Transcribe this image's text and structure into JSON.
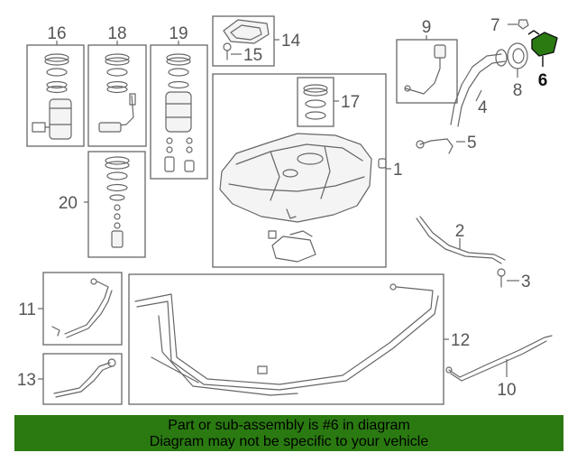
{
  "diagram": {
    "callouts": {
      "c1": "1",
      "c2": "2",
      "c3": "3",
      "c4": "4",
      "c5": "5",
      "c6": "6",
      "c7": "7",
      "c8": "8",
      "c9": "9",
      "c10": "10",
      "c11": "11",
      "c12": "12",
      "c13": "13",
      "c14": "14",
      "c15": "15",
      "c16": "16",
      "c17": "17",
      "c18": "18",
      "c19": "19",
      "c20": "20"
    },
    "highlight_color": "#2a7a11",
    "line_color": "#666666"
  },
  "banner": {
    "line1": "Part or sub-assembly is #6 in diagram",
    "line2": "Diagram may not be specific to your vehicle",
    "background": "#2a7a11"
  }
}
